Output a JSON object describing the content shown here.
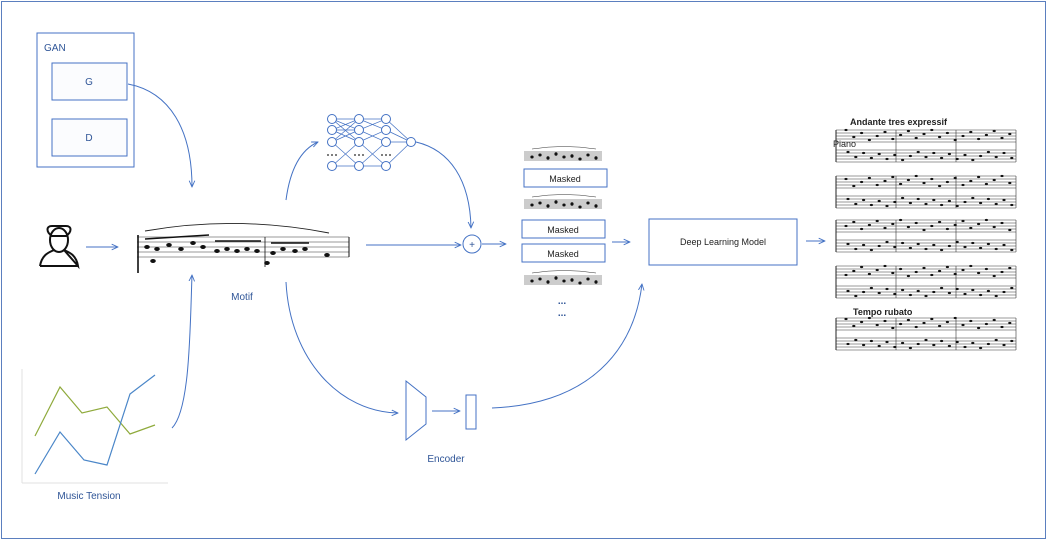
{
  "gan": {
    "title": "GAN",
    "generator": "G",
    "discriminator": "D"
  },
  "motif_label": "Motif",
  "encoder_label": "Encoder",
  "tension_label": "Music Tension",
  "masked_labels": [
    "Masked",
    "Masked",
    "Masked"
  ],
  "ellipsis": "...",
  "plus": "+",
  "model_label": "Deep Learning Model",
  "score": {
    "tempo1": "Andante tres expressif",
    "tempo2": "Tempo rubato",
    "instrument": "Piano"
  },
  "colors": {
    "accent": "#4472c4",
    "frame": "#5b7fbf",
    "tension_green": "#8faa3c",
    "tension_blue": "#4a86c8"
  }
}
